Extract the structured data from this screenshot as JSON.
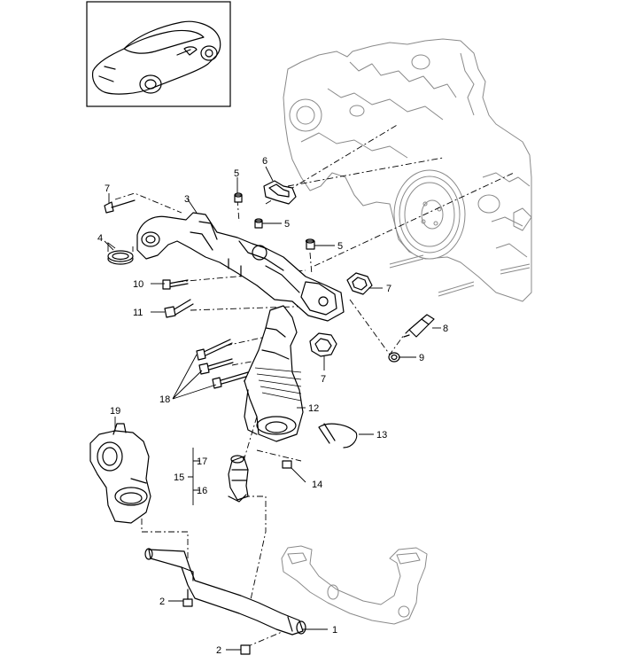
{
  "callouts": {
    "c1": "1",
    "c2a": "2",
    "c2b": "2",
    "c3": "3",
    "c4": "4",
    "c5a": "5",
    "c5b": "5",
    "c5c": "5",
    "c6": "6",
    "c7a": "7",
    "c7b": "7",
    "c7c": "7",
    "c8": "8",
    "c9": "9",
    "c10": "10",
    "c11": "11",
    "c12": "12",
    "c13": "13",
    "c14": "14",
    "c15": "15",
    "c16": "16",
    "c17": "17",
    "c18": "18",
    "c19": "19"
  },
  "icons": {
    "car_thumbnail": "car-thumbnail-icon",
    "engine": "engine-block-illustration"
  }
}
